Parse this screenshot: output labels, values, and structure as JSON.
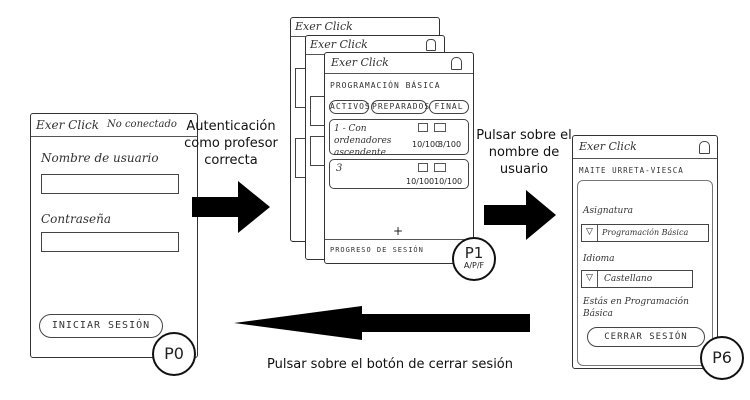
{
  "p0": {
    "app_title": "Exer Click",
    "status": "No conectado",
    "username_label": "Nombre de usuario",
    "password_label": "Contraseña",
    "login_button": "INICIAR SESIÓN",
    "tag": "P0"
  },
  "p1": {
    "app_title": "Exer Click",
    "course_title": "PROGRAMACIÓN BÁSICA",
    "tabs": [
      "ACTIVOS",
      "PREPARADOS",
      "FINAL"
    ],
    "card1_text": "1 - Con ordenadores ascendente",
    "card1_meta1": "10/100",
    "card1_meta2": "3/100",
    "card2_num": "3",
    "card2_meta1": "10/100",
    "card2_meta2": "10/100",
    "add_symbol": "+",
    "footer": "PROGRESO DE SESIÓN",
    "tag": "P1",
    "tag_sub": "A/P/F"
  },
  "p6": {
    "app_title": "Exer Click",
    "user_name": "MAITE URRETA-VIESCA",
    "subject_label": "Asignatura",
    "subject_value": "Programación Básica",
    "language_label": "Idioma",
    "language_value": "Castellano",
    "status_text": "Estás en Programación Básica",
    "logout_button": "CERRAR SESIÓN",
    "tag": "P6"
  },
  "transitions": {
    "t1": "Autenticación como profesor correcta",
    "t2": "Pulsar sobre el nombre de usuario",
    "t3": "Pulsar sobre el botón de cerrar sesión"
  }
}
